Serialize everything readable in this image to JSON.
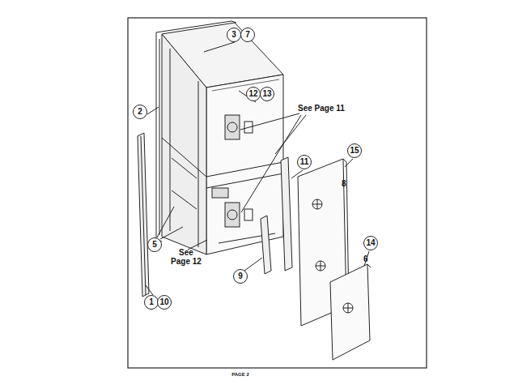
{
  "diagram": {
    "nodes": [
      {
        "text": [
          "3"
        ]
      },
      {
        "text": [
          "7"
        ]
      },
      {
        "text": [
          "12"
        ]
      },
      {
        "text": [
          "13"
        ]
      },
      {
        "text": [
          "2"
        ]
      },
      {
        "text": [
          "15"
        ]
      },
      {
        "text": [
          "11"
        ]
      },
      {
        "text": [
          "14"
        ]
      },
      {
        "text": [
          "5"
        ]
      },
      {
        "text": [
          "9"
        ]
      },
      {
        "text": [
          "1"
        ]
      },
      {
        "text": [
          "10"
        ]
      }
    ],
    "edges": [],
    "labels": [
      "See Page 11",
      "8",
      "6",
      "See Page 12",
      "PAGE 2"
    ]
  }
}
